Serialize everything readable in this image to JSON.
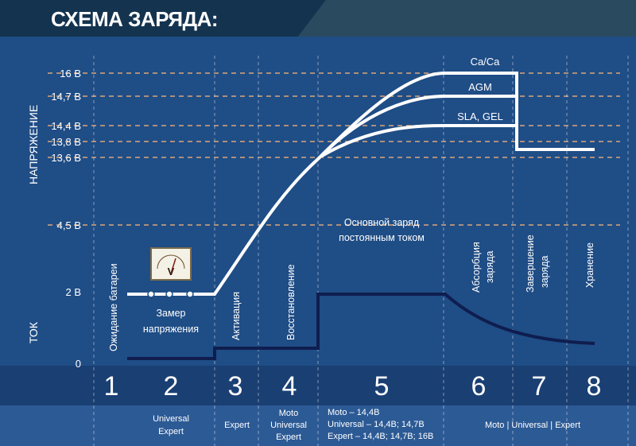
{
  "title": "СХЕМА ЗАРЯДА:",
  "axes": {
    "voltage_title": "НАПРЯЖЕНИЕ",
    "current_title": "ТОК"
  },
  "voltage_levels": [
    "16 В",
    "14,7 В",
    "14,4 В",
    "13,8 В",
    "13,6 В",
    "4,5 В",
    "2 В",
    "0"
  ],
  "curves": {
    "ca_ca": "Ca/Ca",
    "agm": "AGM",
    "sla_gel": "SLA, GEL"
  },
  "stages": [
    {
      "number": "1",
      "label": "Ожидание батареи"
    },
    {
      "number": "2",
      "label_line1": "Замер",
      "label_line2": "напряжения"
    },
    {
      "number": "3",
      "label": "Активация"
    },
    {
      "number": "4",
      "label": "Восстановление"
    },
    {
      "number": "5",
      "label_line1": "Основной заряд",
      "label_line2": "постоянным током"
    },
    {
      "number": "6",
      "label_line1": "Абсорбция",
      "label_line2": "заряда"
    },
    {
      "number": "7",
      "label_line1": "Завершение",
      "label_line2": "заряда"
    },
    {
      "number": "8",
      "label": "Хранение"
    }
  ],
  "compat": {
    "stage2": [
      "Universal",
      "Expert"
    ],
    "stage3": "Expert",
    "stage4": [
      "Moto",
      "Universal",
      "Expert"
    ],
    "stage5": [
      "Moto – 14,4В",
      "Universal – 14,4В; 14,7В",
      "Expert – 14,4В; 14,7В; 16В"
    ],
    "stage6_8": "Moto | Universal | Expert"
  },
  "colors": {
    "background": "#1d4c83",
    "voltage_curve": "#ffffff",
    "current_curve": "#0f1d4f",
    "guide_lines": "#d9a77a"
  }
}
